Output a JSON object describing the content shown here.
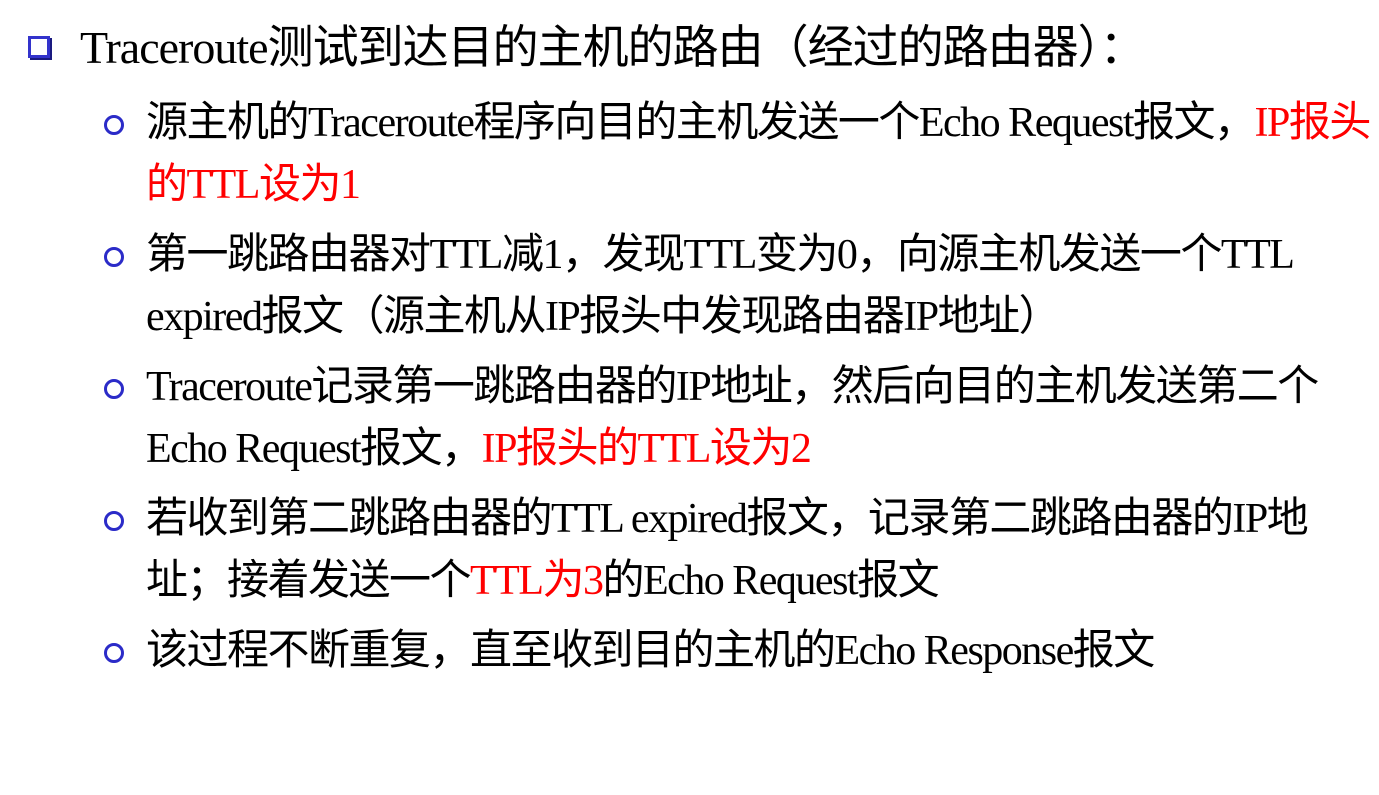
{
  "heading": {
    "bullet_icon": "hollow-square-bullet",
    "text": "Traceroute测试到达目的主机的路由（经过的路由器）："
  },
  "bullets": [
    {
      "icon": "hollow-circle-bullet",
      "parts": [
        {
          "text": "源主机的Traceroute程序向目的主机发送一个Echo Request报文，",
          "color": "#000000"
        },
        {
          "text": "IP报头的TTL设为1",
          "color": "#ff0000"
        }
      ]
    },
    {
      "icon": "hollow-circle-bullet",
      "parts": [
        {
          "text": "第一跳路由器对TTL减1，发现TTL变为0，向源主机发送一个TTL expired报文（源主机从IP报头中发现路由器IP地址）",
          "color": "#000000"
        }
      ]
    },
    {
      "icon": "hollow-circle-bullet",
      "parts": [
        {
          "text": "Traceroute记录第一跳路由器的IP地址，然后向目的主机发送第二个Echo Request报文，",
          "color": "#000000"
        },
        {
          "text": "IP报头的TTL设为2",
          "color": "#ff0000"
        }
      ]
    },
    {
      "icon": "hollow-circle-bullet",
      "parts": [
        {
          "text": "若收到第二跳路由器的TTL expired报文，记录第二跳路由器的IP地址；接着发送一个",
          "color": "#000000"
        },
        {
          "text": "TTL为3",
          "color": "#ff0000"
        },
        {
          "text": "的Echo Request报文",
          "color": "#000000"
        }
      ]
    },
    {
      "icon": "hollow-circle-bullet",
      "parts": [
        {
          "text": "该过程不断重复，直至收到目的主机的Echo Response报文",
          "color": "#000000"
        }
      ]
    }
  ],
  "colors": {
    "text": "#000000",
    "highlight": "#ff0000",
    "bullet": "#3333cc"
  }
}
